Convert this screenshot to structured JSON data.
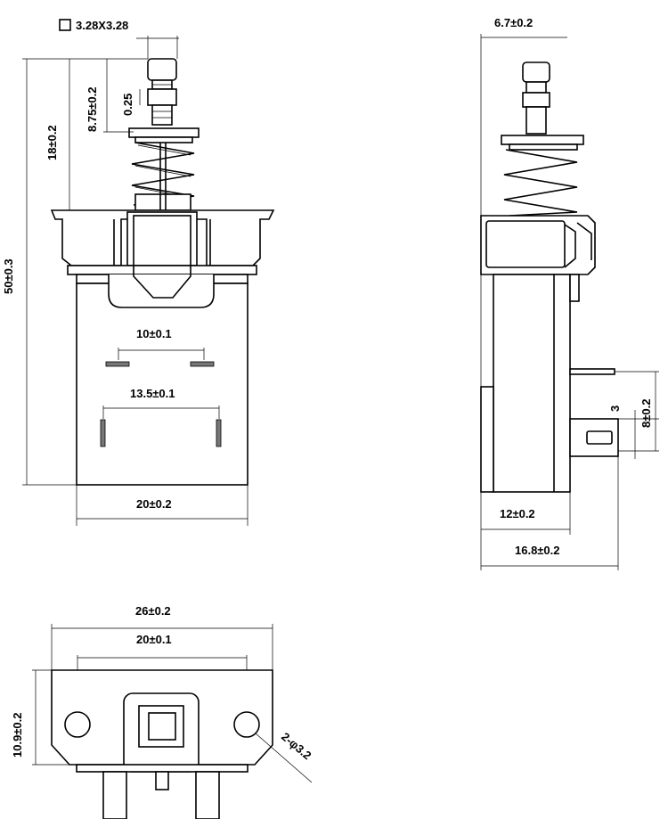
{
  "front_view": {
    "shaft_size": "3.28X3.28",
    "stroke_height": "8.75±0.2",
    "shaft_offset": "0.25",
    "body_top_height": "18±0.2",
    "overall_height": "50±0.3",
    "upper_pin_spacing": "10±0.1",
    "lower_pin_spacing": "13.5±0.1",
    "body_width": "20±0.2"
  },
  "side_view": {
    "shaft_width": "6.7±0.2",
    "terminal_offset": "3",
    "terminal_height": "8±0.2",
    "body_depth": "12±0.2",
    "overall_depth": "16.8±0.2"
  },
  "bottom_view": {
    "flange_width": "26±0.2",
    "hole_spacing": "20±0.1",
    "flange_height": "10.9±0.2",
    "hole_diameter": "2-φ3.2"
  }
}
